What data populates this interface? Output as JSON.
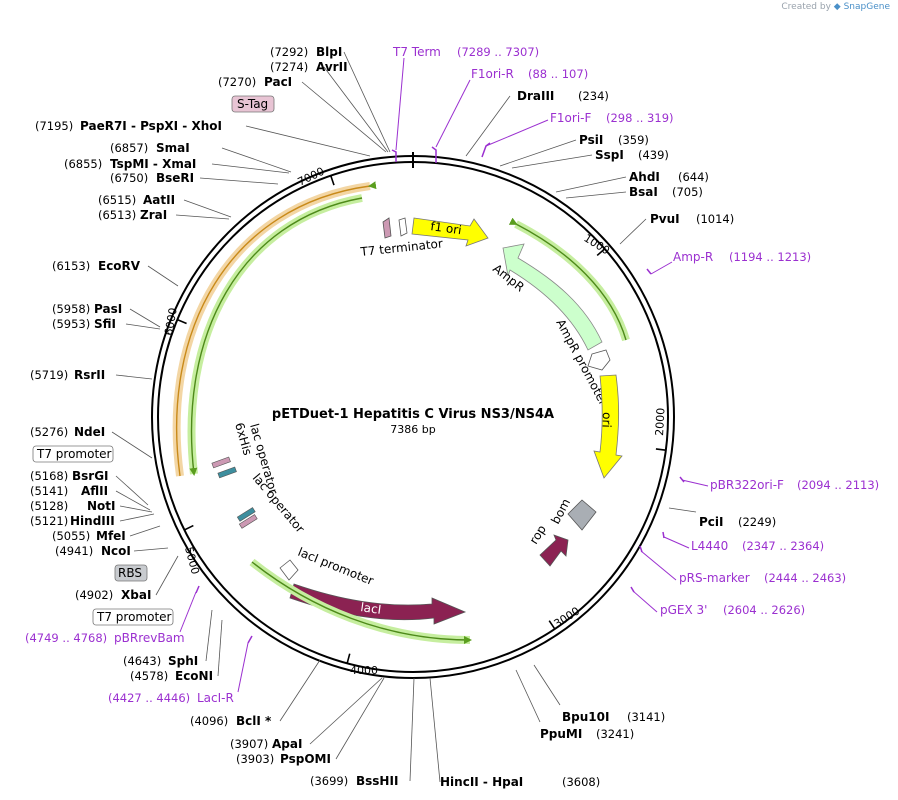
{
  "credit": {
    "prefix": "Created by",
    "brand": "SnapGene"
  },
  "map": {
    "title": "pETDuet-1 Hepatitis C Virus NS3/NS4A",
    "length_label": "7386 bp",
    "total_bp": 7386,
    "ticks": [
      "1000",
      "2000",
      "3000",
      "4000",
      "5000",
      "6000",
      "7000"
    ]
  },
  "sites": [
    {
      "pos": "(7292)",
      "name": "BlpI"
    },
    {
      "pos": "(7274)",
      "name": "AvrII"
    },
    {
      "pos": "(7270)",
      "name": "PacI"
    },
    {
      "pos": "(7195)",
      "name": "PaeR7I  - PspXI  - XhoI"
    },
    {
      "pos": "(6857)",
      "name": "SmaI"
    },
    {
      "pos": "(6855)",
      "name": "TspMI  - XmaI"
    },
    {
      "pos": "(6750)",
      "name": "BseRI"
    },
    {
      "pos": "(6515)",
      "name": "AatII"
    },
    {
      "pos": "(6513)",
      "name": "ZraI"
    },
    {
      "pos": "(6153)",
      "name": "EcoRV"
    },
    {
      "pos": "(5958)",
      "name": "PasI"
    },
    {
      "pos": "(5953)",
      "name": "SfiI"
    },
    {
      "pos": "(5719)",
      "name": "RsrII"
    },
    {
      "pos": "(5276)",
      "name": "NdeI"
    },
    {
      "pos": "(5168)",
      "name": "BsrGI"
    },
    {
      "pos": "(5141)",
      "name": "AflII"
    },
    {
      "pos": "(5128)",
      "name": "NotI"
    },
    {
      "pos": "(5121)",
      "name": "HindIII"
    },
    {
      "pos": "(5055)",
      "name": "MfeI"
    },
    {
      "pos": "(4941)",
      "name": "NcoI"
    },
    {
      "pos": "(4902)",
      "name": "XbaI"
    },
    {
      "pos": "(4643)",
      "name": "SphI"
    },
    {
      "pos": "(4578)",
      "name": "EcoNI"
    },
    {
      "pos": "(4096)",
      "name": "BclI *"
    },
    {
      "pos": "(3907)",
      "name": "ApaI"
    },
    {
      "pos": "(3903)",
      "name": "PspOMI"
    },
    {
      "pos": "(3699)",
      "name": "BssHII"
    },
    {
      "pos": "(3608)",
      "name": "HincII  - HpaI"
    },
    {
      "pos": "(3141)",
      "name": "Bpu10I"
    },
    {
      "pos": "(3241)",
      "name": "PpuMI"
    },
    {
      "pos": "(2249)",
      "name": "PciI"
    },
    {
      "pos": "(234)",
      "name": "DraIII"
    },
    {
      "pos": "(359)",
      "name": "PsiI"
    },
    {
      "pos": "(439)",
      "name": "SspI"
    },
    {
      "pos": "(644)",
      "name": "AhdI"
    },
    {
      "pos": "(705)",
      "name": "BsaI"
    },
    {
      "pos": "(1014)",
      "name": "PvuI"
    }
  ],
  "primers": [
    {
      "name": "T7 Term",
      "range": "(7289 .. 7307)"
    },
    {
      "name": "F1ori-R",
      "range": "(88 .. 107)"
    },
    {
      "name": "F1ori-F",
      "range": "(298 .. 319)"
    },
    {
      "name": "Amp-R",
      "range": "(1194 .. 1213)"
    },
    {
      "name": "pBR322ori-F",
      "range": "(2094 .. 2113)"
    },
    {
      "name": "L4440",
      "range": "(2347 .. 2364)"
    },
    {
      "name": "pRS-marker",
      "range": "(2444 .. 2463)"
    },
    {
      "name": "pGEX 3'",
      "range": "(2604 .. 2626)"
    },
    {
      "name": "pBRrevBam",
      "range": "(4749 .. 4768)"
    },
    {
      "name": "LacI-R",
      "range": "(4427 .. 4446)"
    }
  ],
  "boxed_labels": [
    "S-Tag",
    "T7 promoter",
    "RBS",
    "T7 promoter"
  ],
  "features": {
    "t7_terminator": "T7 terminator",
    "f1_ori": "f1 ori",
    "ampr": "AmpR",
    "ampr_promoter": "AmpR promoter",
    "ori": "ori",
    "bom": "bom",
    "rop": "rop",
    "laci_promoter": "lacI promoter",
    "laci": "lacI",
    "lac_operator_1": "lac operator",
    "lac_operator_2": "lac operator",
    "his_tag": "6xHis"
  },
  "colors": {
    "primer": "#9b30d0",
    "f1_ori": "#ffff00",
    "ori": "#ffff00",
    "ampr": "#ccffcc",
    "laci": "#8b2252",
    "rop": "#8b2252",
    "bom": "#a9aeb4",
    "orf_green": "#5a9e1e",
    "orf_orange": "#d9a037"
  }
}
